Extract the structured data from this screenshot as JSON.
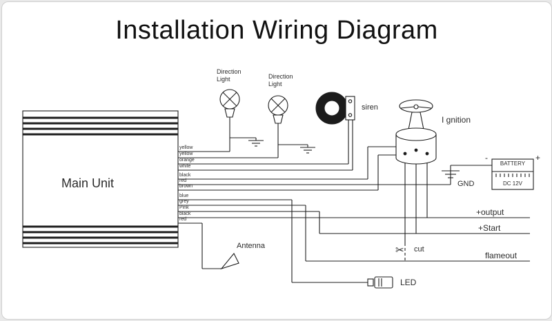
{
  "title": "Installation Wiring Diagram",
  "main_unit": {
    "label": "Main Unit"
  },
  "wires": [
    "yellow",
    "yellow",
    "orange",
    "white",
    "black",
    "red",
    "brown",
    "blue",
    "grey",
    "Pink",
    "black",
    "red"
  ],
  "components": {
    "direction_light_1": "Direction Light",
    "direction_light_2": "Direction Light",
    "siren": "siren",
    "ignition": "I gnition",
    "antenna": "Antenna",
    "led": "LED",
    "gnd": "GND",
    "battery": {
      "name": "BATTERY",
      "voltage": "DC 12V",
      "plus": "+",
      "minus": "-"
    }
  },
  "terminals": {
    "output": "+output",
    "start": "+Start",
    "cut": "cut",
    "flameout": "flameout"
  },
  "icons": {
    "scissors": "✂"
  },
  "colors": {
    "line": "#1c1c1c",
    "paper": "#ffffff",
    "frame": "#cfcfcf"
  }
}
